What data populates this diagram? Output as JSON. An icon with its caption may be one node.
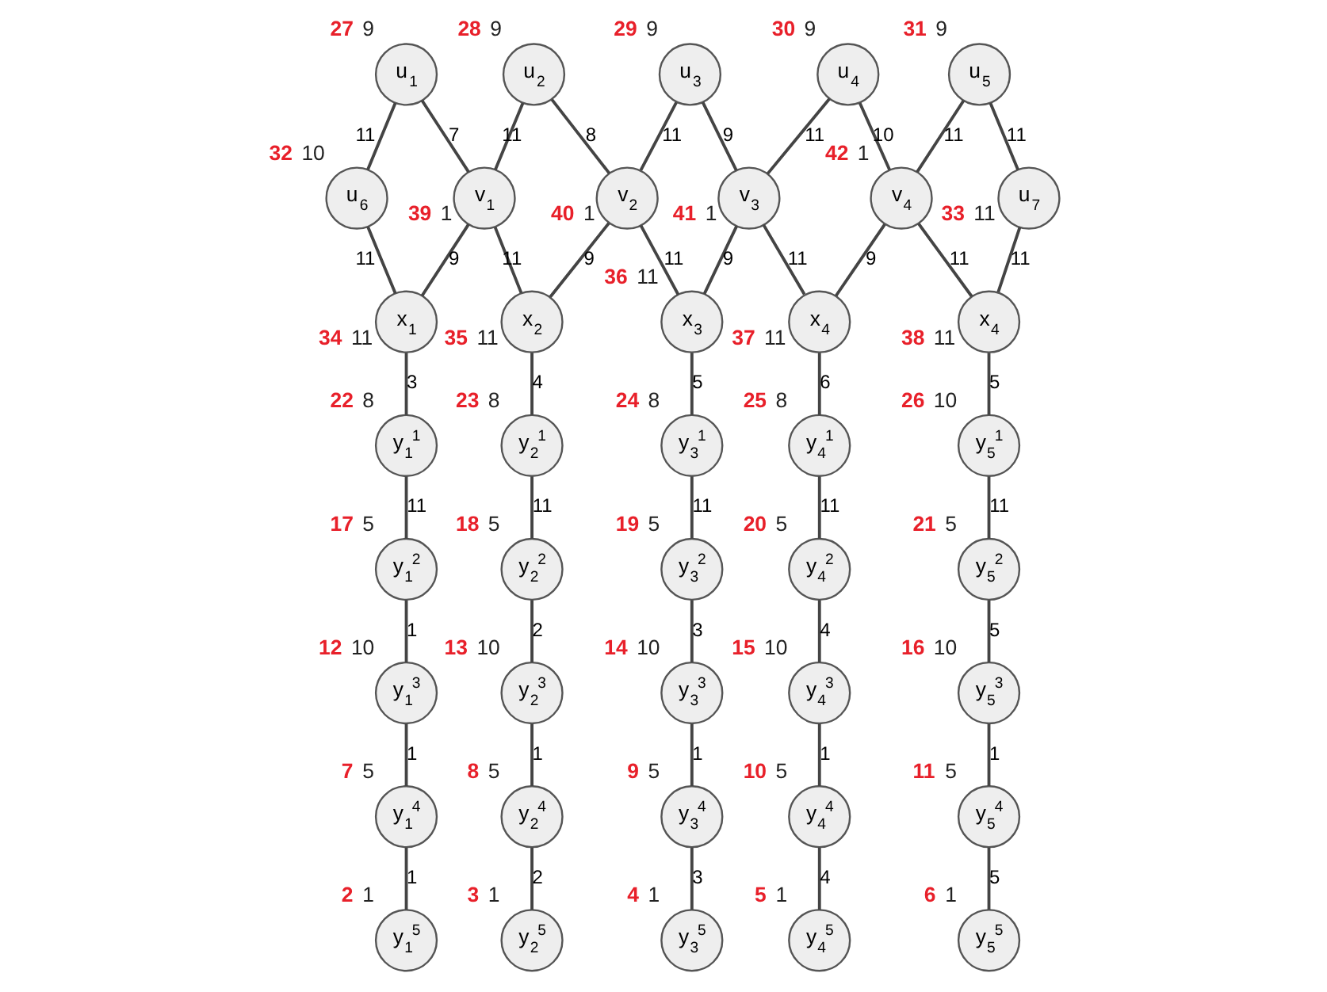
{
  "diagram": {
    "nodes": [
      {
        "text": [
          "u$_{1}$"
        ],
        "beside": [
          "27",
          "9"
        ]
      },
      {
        "text": [
          "u$_{2}$"
        ],
        "beside": [
          "28",
          "9"
        ]
      },
      {
        "text": [
          "u$_{3}$"
        ],
        "beside": [
          "29",
          "9"
        ]
      },
      {
        "text": [
          "u$_{4}$"
        ],
        "beside": [
          "30",
          "9"
        ]
      },
      {
        "text": [
          "u$_{5}$"
        ],
        "beside": [
          "31",
          "9"
        ]
      },
      {
        "text": [
          "u$_{6}$"
        ],
        "beside": [
          "32",
          "10"
        ]
      },
      {
        "text": [
          "v$_{1}$"
        ],
        "beside": [
          "39",
          "1"
        ]
      },
      {
        "text": [
          "v$_{2}$"
        ],
        "beside": [
          "40",
          "1"
        ]
      },
      {
        "text": [
          "v$_{3}$"
        ],
        "beside": [
          "41",
          "1"
        ]
      },
      {
        "text": [
          "v$_{4}$"
        ],
        "beside": [
          "42",
          "1"
        ]
      },
      {
        "text": [
          "u$_{7}$"
        ],
        "beside": [
          "33",
          "11"
        ]
      },
      {
        "text": [
          "x$_{1}$"
        ],
        "beside": [
          "34",
          "11"
        ]
      },
      {
        "text": [
          "x$_{2}$"
        ],
        "beside": [
          "35",
          "11"
        ]
      },
      {
        "text": [
          "x$_{3}$"
        ],
        "beside": [
          "36",
          "11"
        ]
      },
      {
        "text": [
          "x$_{4}$"
        ],
        "beside": [
          "37",
          "11"
        ]
      },
      {
        "text": [
          "x$_{4}$"
        ],
        "beside": [
          "38",
          "11"
        ]
      },
      {
        "text": [
          "y$_{1}$$^{1}$"
        ],
        "beside": [
          "22",
          "8"
        ]
      },
      {
        "text": [
          "y$_{2}$$^{1}$"
        ],
        "beside": [
          "23",
          "8"
        ]
      },
      {
        "text": [
          "y$_{3}$$^{1}$"
        ],
        "beside": [
          "24",
          "8"
        ]
      },
      {
        "text": [
          "y$_{4}$$^{1}$"
        ],
        "beside": [
          "25",
          "8"
        ]
      },
      {
        "text": [
          "y$_{5}$$^{1}$"
        ],
        "beside": [
          "26",
          "10"
        ]
      },
      {
        "text": [
          "y$_{1}$$^{2}$"
        ],
        "beside": [
          "17",
          "5"
        ]
      },
      {
        "text": [
          "y$_{2}$$^{2}$"
        ],
        "beside": [
          "18",
          "5"
        ]
      },
      {
        "text": [
          "y$_{3}$$^{2}$"
        ],
        "beside": [
          "19",
          "5"
        ]
      },
      {
        "text": [
          "y$_{4}$$^{2}$"
        ],
        "beside": [
          "20",
          "5"
        ]
      },
      {
        "text": [
          "y$_{5}$$^{2}$"
        ],
        "beside": [
          "21",
          "5"
        ]
      },
      {
        "text": [
          "y$_{1}$$^{3}$"
        ],
        "beside": [
          "12",
          "10"
        ]
      },
      {
        "text": [
          "y$_{2}$$^{3}$"
        ],
        "beside": [
          "13",
          "10"
        ]
      },
      {
        "text": [
          "y$_{3}$$^{3}$"
        ],
        "beside": [
          "14",
          "10"
        ]
      },
      {
        "text": [
          "y$_{4}$$^{3}$"
        ],
        "beside": [
          "15",
          "10"
        ]
      },
      {
        "text": [
          "y$_{5}$$^{3}$"
        ],
        "beside": [
          "16",
          "10"
        ]
      },
      {
        "text": [
          "y$_{1}$$^{4}$"
        ],
        "beside": [
          "7",
          "5"
        ]
      },
      {
        "text": [
          "y$_{2}$$^{4}$"
        ],
        "beside": [
          "8",
          "5"
        ]
      },
      {
        "text": [
          "y$_{3}$$^{4}$"
        ],
        "beside": [
          "9",
          "5"
        ]
      },
      {
        "text": [
          "y$_{4}$$^{4}$"
        ],
        "beside": [
          "10",
          "5"
        ]
      },
      {
        "text": [
          "y$_{5}$$^{4}$"
        ],
        "beside": [
          "11",
          "5"
        ]
      },
      {
        "text": [
          "y$_{1}$$^{5}$"
        ],
        "beside": [
          "2",
          "1"
        ]
      },
      {
        "text": [
          "y$_{2}$$^{5}$"
        ],
        "beside": [
          "3",
          "1"
        ]
      },
      {
        "text": [
          "y$_{3}$$^{5}$"
        ],
        "beside": [
          "4",
          "1"
        ]
      },
      {
        "text": [
          "y$_{4}$$^{5}$"
        ],
        "beside": [
          "5",
          "1"
        ]
      },
      {
        "text": [
          "y$_{5}$$^{5}$"
        ],
        "beside": [
          "6",
          "1"
        ]
      }
    ],
    "edges": [
      {
        "from": 5,
        "to": 0,
        "arrow": "none",
        "label": "11"
      },
      {
        "from": 0,
        "to": 6,
        "arrow": "none",
        "label": "7"
      },
      {
        "from": 5,
        "to": 11,
        "arrow": "none",
        "label": "11"
      },
      {
        "from": 6,
        "to": 11,
        "arrow": "none",
        "label": "9"
      },
      {
        "from": 6,
        "to": 1,
        "arrow": "none",
        "label": "11"
      },
      {
        "from": 1,
        "to": 7,
        "arrow": "none",
        "label": "8"
      },
      {
        "from": 6,
        "to": 12,
        "arrow": "none",
        "label": "11"
      },
      {
        "from": 7,
        "to": 12,
        "arrow": "none",
        "label": "9"
      },
      {
        "from": 7,
        "to": 2,
        "arrow": "none",
        "label": "11"
      },
      {
        "from": 2,
        "to": 8,
        "arrow": "none",
        "label": "9"
      },
      {
        "from": 7,
        "to": 13,
        "arrow": "none",
        "label": "11"
      },
      {
        "from": 8,
        "to": 13,
        "arrow": "none",
        "label": "9"
      },
      {
        "from": 8,
        "to": 3,
        "arrow": "none",
        "label": "11"
      },
      {
        "from": 3,
        "to": 9,
        "arrow": "none",
        "label": "10"
      },
      {
        "from": 8,
        "to": 14,
        "arrow": "none",
        "label": "11"
      },
      {
        "from": 9,
        "to": 14,
        "arrow": "none",
        "label": "9"
      },
      {
        "from": 9,
        "to": 4,
        "arrow": "none",
        "label": "11"
      },
      {
        "from": 4,
        "to": 10,
        "arrow": "none",
        "label": "11"
      },
      {
        "from": 9,
        "to": 15,
        "arrow": "none",
        "label": "11"
      },
      {
        "from": 10,
        "to": 15,
        "arrow": "none",
        "label": "11"
      },
      {
        "from": 11,
        "to": 16,
        "arrow": "none",
        "label": "3"
      },
      {
        "from": 16,
        "to": 21,
        "arrow": "none",
        "label": "11"
      },
      {
        "from": 21,
        "to": 26,
        "arrow": "none",
        "label": "1"
      },
      {
        "from": 26,
        "to": 31,
        "arrow": "none",
        "label": "1"
      },
      {
        "from": 31,
        "to": 36,
        "arrow": "none",
        "label": "1"
      },
      {
        "from": 12,
        "to": 17,
        "arrow": "none",
        "label": "4"
      },
      {
        "from": 17,
        "to": 22,
        "arrow": "none",
        "label": "11"
      },
      {
        "from": 22,
        "to": 27,
        "arrow": "none",
        "label": "2"
      },
      {
        "from": 27,
        "to": 32,
        "arrow": "none",
        "label": "1"
      },
      {
        "from": 32,
        "to": 37,
        "arrow": "none",
        "label": "2"
      },
      {
        "from": 13,
        "to": 18,
        "arrow": "none",
        "label": "5"
      },
      {
        "from": 18,
        "to": 23,
        "arrow": "none",
        "label": "11"
      },
      {
        "from": 23,
        "to": 28,
        "arrow": "none",
        "label": "3"
      },
      {
        "from": 28,
        "to": 33,
        "arrow": "none",
        "label": "1"
      },
      {
        "from": 33,
        "to": 38,
        "arrow": "none",
        "label": "3"
      },
      {
        "from": 14,
        "to": 19,
        "arrow": "none",
        "label": "6"
      },
      {
        "from": 19,
        "to": 24,
        "arrow": "none",
        "label": "11"
      },
      {
        "from": 24,
        "to": 29,
        "arrow": "none",
        "label": "4"
      },
      {
        "from": 29,
        "to": 34,
        "arrow": "none",
        "label": "1"
      },
      {
        "from": 34,
        "to": 39,
        "arrow": "none",
        "label": "4"
      },
      {
        "from": 15,
        "to": 20,
        "arrow": "none",
        "label": "5"
      },
      {
        "from": 20,
        "to": 25,
        "arrow": "none",
        "label": "11"
      },
      {
        "from": 25,
        "to": 30,
        "arrow": "none",
        "label": "5"
      },
      {
        "from": 30,
        "to": 35,
        "arrow": "none",
        "label": "1"
      },
      {
        "from": 35,
        "to": 40,
        "arrow": "none",
        "label": "5"
      }
    ]
  }
}
